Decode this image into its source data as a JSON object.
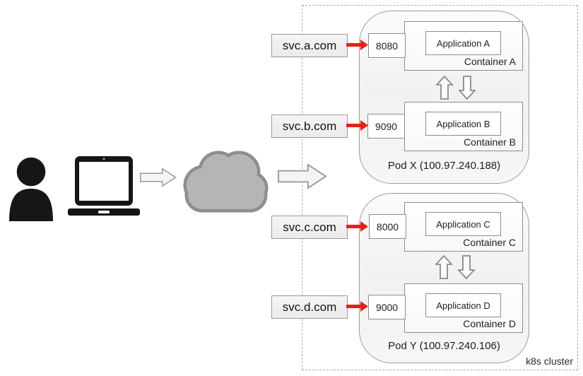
{
  "cluster": {
    "label": "k8s cluster"
  },
  "services": [
    {
      "label": "svc.a.com",
      "target_port": "8080"
    },
    {
      "label": "svc.b.com",
      "target_port": "9090"
    },
    {
      "label": "svc.c.com",
      "target_port": "8000"
    },
    {
      "label": "svc.d.com",
      "target_port": "9000"
    }
  ],
  "pods": [
    {
      "label": "Pod X (100.97.240.188)",
      "containers": [
        {
          "port": "8080",
          "app_label": "Application A",
          "container_label": "Container A"
        },
        {
          "port": "9090",
          "app_label": "Application B",
          "container_label": "Container B"
        }
      ]
    },
    {
      "label": "Pod Y (100.97.240.106)",
      "containers": [
        {
          "port": "8000",
          "app_label": "Application C",
          "container_label": "Container C"
        },
        {
          "port": "9000",
          "app_label": "Application D",
          "container_label": "Container D"
        }
      ]
    }
  ],
  "icons": {
    "person": "person-icon",
    "laptop": "laptop-icon",
    "cloud": "cloud-icon",
    "flow_arrow": "flow-arrow-icon",
    "route_arrow": "route-arrow-icon",
    "exchange_arrows": "exchange-arrows-icon"
  },
  "colors": {
    "arrow_red": "#e2231a",
    "icon_black": "#161616",
    "cloud_fill": "#b5b5b5",
    "cloud_outline": "#8e8e8e",
    "block_arrow_fill": "#f4f4f4",
    "block_arrow_outline": "#9b9b9b",
    "hollow_arrow_fill": "#fbfbfb",
    "hollow_arrow_outline": "#8a8a8a"
  }
}
